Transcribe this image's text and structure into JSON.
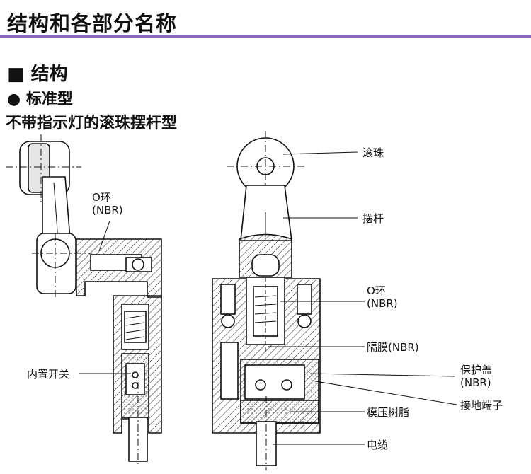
{
  "header": {
    "title": "结构和各部分名称"
  },
  "section": {
    "heading": "■ 结构",
    "subheading": "● 标准型",
    "caption": "不带指示灯的滚珠摆杆型"
  },
  "labels": {
    "o_ring_left": [
      "O环",
      "(NBR)"
    ],
    "builtin_switch": "内置开关",
    "roller": "滚珠",
    "lever": "摆杆",
    "o_ring_right": [
      "O环",
      "(NBR)"
    ],
    "diaphragm": "隔膜(NBR)",
    "protective_cover": [
      "保护盖",
      "(NBR)"
    ],
    "ground_terminal": "接地端子",
    "molded_resin": "模压树脂",
    "cable": "电缆"
  }
}
